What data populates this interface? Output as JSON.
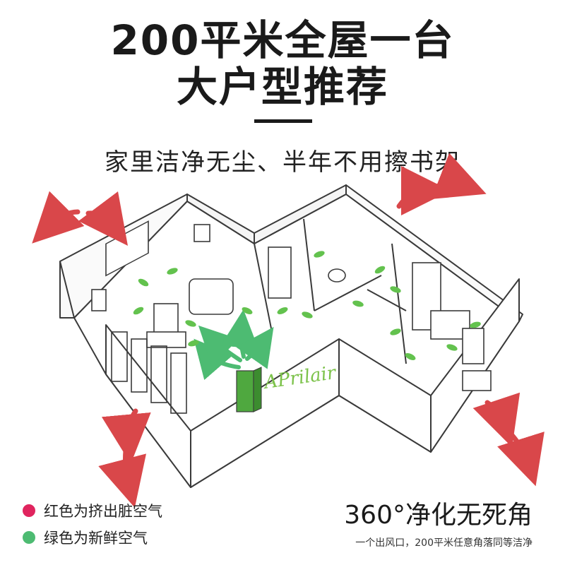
{
  "header": {
    "title_line1": "200平米全屋一台",
    "title_line2": "大户型推荐",
    "subtitle": "家里洁净无尘、半年不用擦书架"
  },
  "product": {
    "brand_text": "APrilair"
  },
  "legend": {
    "items": [
      {
        "label": "红色为挤出脏空气",
        "color": "#e0245e"
      },
      {
        "label": "绿色为新鲜空气",
        "color": "#4dbb72"
      }
    ]
  },
  "footer": {
    "claim": "360°净化无死角",
    "note": "一个出风口，200平米任意角落同等洁净"
  },
  "colors": {
    "red_arrow": "#d9474a",
    "green_leaf": "#63c24e",
    "purifier": "#4fa83f",
    "outline": "#3a3a3a"
  }
}
